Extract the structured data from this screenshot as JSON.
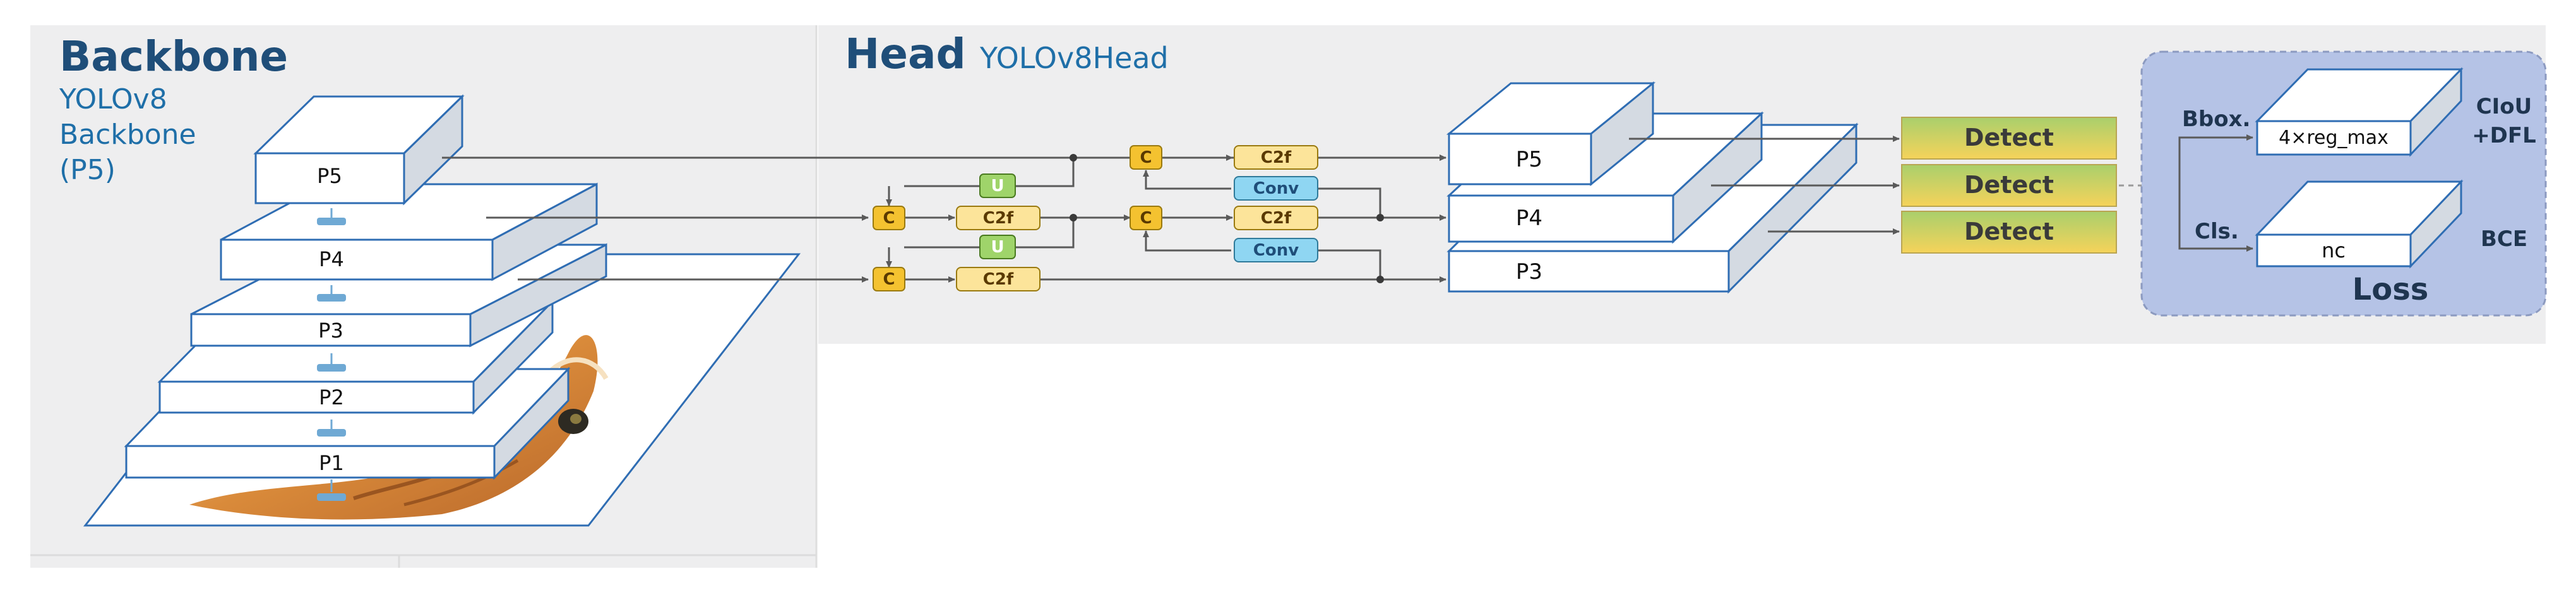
{
  "backbone": {
    "title": "Backbone",
    "subtitle_lines": [
      "YOLOv8",
      "Backbone",
      "(P5)"
    ],
    "levels": [
      "P5",
      "P4",
      "P3",
      "P2",
      "P1"
    ]
  },
  "head": {
    "title": "Head",
    "subtitle": "YOLOv8Head",
    "nodes": {
      "c_mid": "C",
      "c2f_mid": "C2f",
      "u_top": "U",
      "c_bot": "C",
      "c2f_bot": "C2f",
      "u_bot": "U",
      "c_top2": "C",
      "c2f_top2": "C2f",
      "conv_top": "Conv",
      "c_mid2": "C",
      "c2f_mid2": "C2f",
      "conv_mid": "Conv"
    },
    "outputs": [
      "P5",
      "P4",
      "P3"
    ],
    "detect_labels": [
      "Detect",
      "Detect",
      "Detect"
    ]
  },
  "loss": {
    "bbox_label": "Bbox.",
    "bbox_box": "4×reg_max",
    "bbox_loss": [
      "CIoU",
      "+DFL"
    ],
    "cls_label": "Cls.",
    "cls_box": "nc",
    "cls_loss": "BCE",
    "title": "Loss"
  },
  "colors": {
    "panel_bg": "#eeeeef",
    "block_border": "#2f6db3",
    "block_side": "#d4dae2",
    "c_node": "#f4c230",
    "c2f_node": "#fce49a",
    "u_node": "#9fd46a",
    "conv_node": "#8fd6f2",
    "detect_top": "#a9cf6c",
    "detect_bottom": "#f6d35a",
    "loss_bg": "#b5c3e6",
    "title": "#1f4e79"
  }
}
